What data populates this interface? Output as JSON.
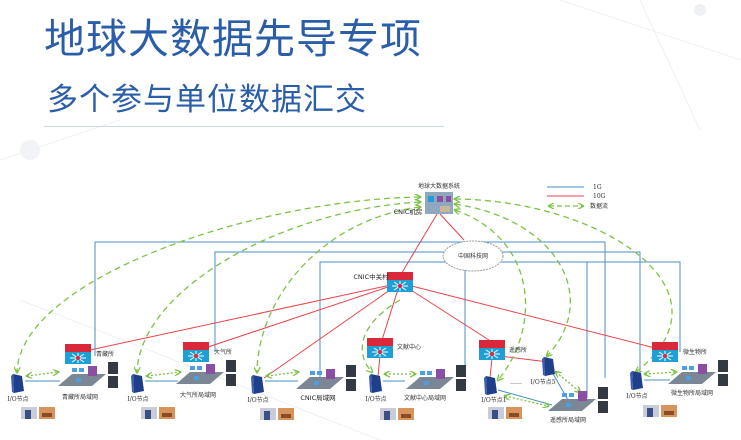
{
  "slide": {
    "title": "地球大数据先导专项",
    "subtitle": "多个参与单位数据汇交"
  },
  "diagram": {
    "data_system": "地球大数据系统",
    "cnic_room": "CNIC机房",
    "core_switch": "CNIC中关村",
    "cloud": "中国科技网",
    "legend": [
      {
        "label": "1G",
        "color": "#4a90c8",
        "style": "solid"
      },
      {
        "label": "10G",
        "color": "#e8434b",
        "style": "solid"
      },
      {
        "label": "数据流",
        "color": "#7dc243",
        "style": "dashed-arrow"
      }
    ],
    "sites": [
      {
        "name": "青藏所",
        "lan": "青藏所局域网",
        "io": "I/O节点"
      },
      {
        "name": "大气所",
        "lan": "大气所局域网",
        "io": "I/O节点"
      },
      {
        "name": "",
        "lan": "CNIC局域网",
        "io": "I/O节点"
      },
      {
        "name": "文献中心",
        "lan": "文献中心局域网",
        "io": "I/O节点"
      },
      {
        "name": "遥感所",
        "lan": "遥感所局域网",
        "io": "I/O节点1",
        "io2": "I/O节点5",
        "ellipsis": "……"
      },
      {
        "name": "微生物所",
        "lan": "微生物所局域网",
        "io": "I/O节点"
      }
    ]
  }
}
